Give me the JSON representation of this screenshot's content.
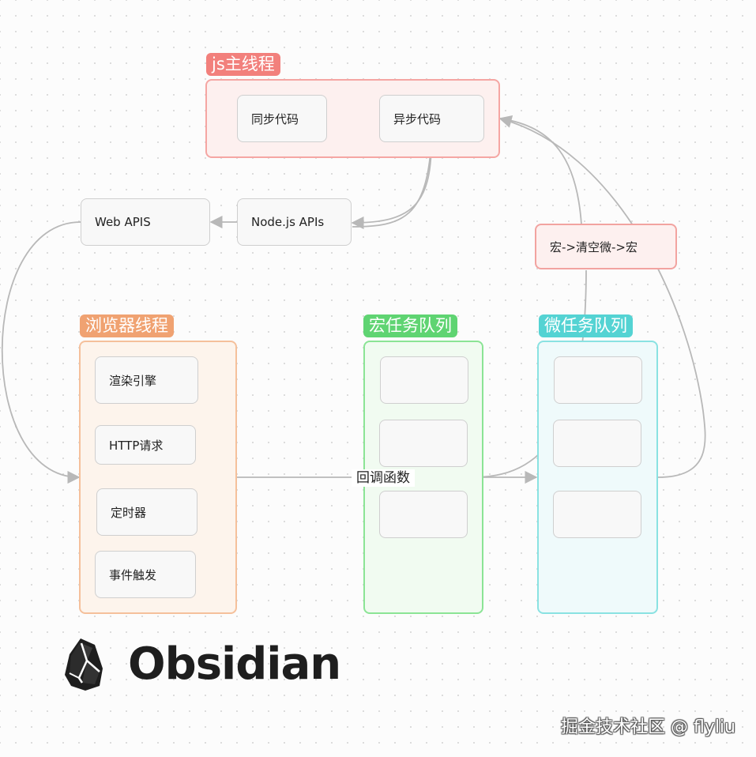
{
  "groups": {
    "main_thread": {
      "title": "js主线程",
      "color": "#f2807c",
      "fill": "#fdf0ef"
    },
    "browser_thread": {
      "title": "浏览器线程",
      "color": "#f0a271",
      "fill": "#fdf4ec"
    },
    "macro_queue": {
      "title": "宏任务队列",
      "color": "#5fd472",
      "fill": "#f1fbf1"
    },
    "micro_queue": {
      "title": "微任务队列",
      "color": "#54d3d3",
      "fill": "#effafb"
    }
  },
  "nodes": {
    "sync_code": "同步代码",
    "async_code": "异步代码",
    "web_apis": "Web APIS",
    "node_apis": "Node.js APIs",
    "render_engine": "渲染引擎",
    "http_request": "HTTP请求",
    "timer": "定时器",
    "event_trigger": "事件触发",
    "loop_rule": "宏->清空微->宏"
  },
  "edges": {
    "callback_label": "回调函数"
  },
  "logo": {
    "text": "Obsidian",
    "icon": "obsidian-crystal-icon"
  },
  "watermark": {
    "text": "掘金技术社区 @ flyliu"
  },
  "colors": {
    "edge": "#b8b8b8",
    "text": "#222222"
  }
}
